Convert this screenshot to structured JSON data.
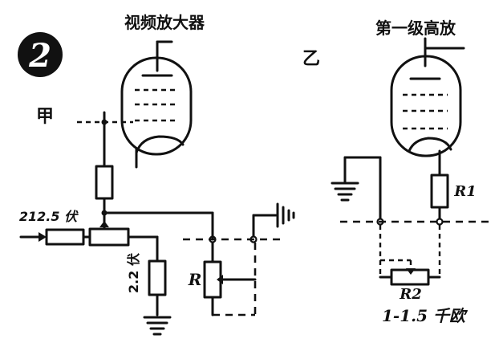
{
  "figure_number": "2",
  "left": {
    "tube_label": "视频放大器",
    "side_label": "甲",
    "plate_resistor_label": "212.5 伏",
    "cathode_resistor_label": "2.2 伏",
    "pot_label": "R"
  },
  "right": {
    "side_label": "乙",
    "tube_label": "第一级高放",
    "resistor1_label": "R1",
    "resistor2_label": "R2",
    "range_label": "1-1.5 千欧"
  }
}
